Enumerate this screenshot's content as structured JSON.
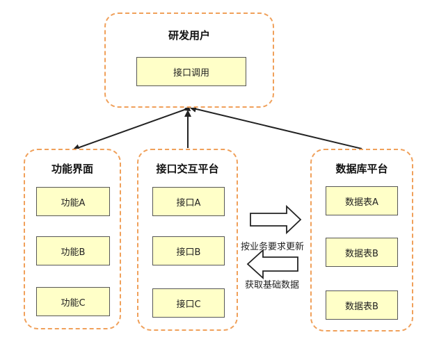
{
  "top": {
    "title": "研发用户",
    "box": "接口调用"
  },
  "function_ui": {
    "title": "功能界面",
    "items": [
      "功能A",
      "功能B",
      "功能C"
    ]
  },
  "interface_platform": {
    "title": "接口交互平台",
    "items": [
      "接口A",
      "接口B",
      "接口C"
    ]
  },
  "database_platform": {
    "title": "数据库平台",
    "items": [
      "数据表A",
      "数据表B",
      "数据表B"
    ]
  },
  "flows": {
    "update": "按业务要求更新",
    "fetch": "获取基础数据"
  },
  "colors": {
    "group_border": "#f0a05a",
    "box_fill": "#ffffc8",
    "box_border": "#555555"
  }
}
